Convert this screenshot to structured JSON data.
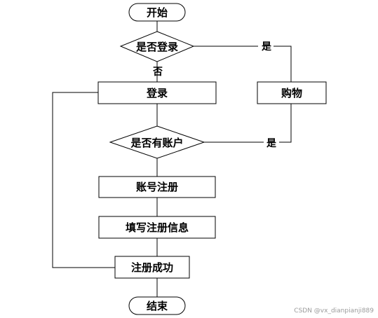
{
  "nodes": {
    "start": "开始",
    "is_logged_in": "是否登录",
    "login": "登录",
    "shopping": "购物",
    "has_account": "是否有账户",
    "account_register": "账号注册",
    "fill_info": "填写注册信息",
    "register_success": "注册成功",
    "end": "结束"
  },
  "edges": {
    "logged_in_yes": "是",
    "logged_in_no": "否",
    "has_account_yes": "是"
  },
  "watermark": "CSDN @vx_dianpianji889"
}
